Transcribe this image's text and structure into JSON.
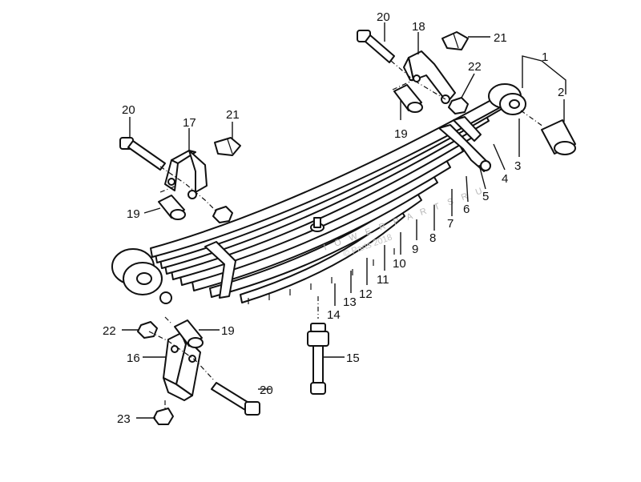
{
  "diagram": {
    "watermark": [
      "I O W E R P A R T S R U",
      "© Parts 2018"
    ],
    "callouts": [
      {
        "id": "c1",
        "text": "1"
      },
      {
        "id": "c2",
        "text": "2"
      },
      {
        "id": "c3",
        "text": "3"
      },
      {
        "id": "c4",
        "text": "4"
      },
      {
        "id": "c5",
        "text": "5"
      },
      {
        "id": "c6",
        "text": "6"
      },
      {
        "id": "c7",
        "text": "7"
      },
      {
        "id": "c8",
        "text": "8"
      },
      {
        "id": "c9",
        "text": "9"
      },
      {
        "id": "c10",
        "text": "10"
      },
      {
        "id": "c11",
        "text": "11"
      },
      {
        "id": "c12",
        "text": "12"
      },
      {
        "id": "c13",
        "text": "13"
      },
      {
        "id": "c14",
        "text": "14"
      },
      {
        "id": "c15",
        "text": "15"
      },
      {
        "id": "c16",
        "text": "16"
      },
      {
        "id": "c17",
        "text": "17"
      },
      {
        "id": "c18",
        "text": "18"
      },
      {
        "id": "c19a",
        "text": "19"
      },
      {
        "id": "c19b",
        "text": "19"
      },
      {
        "id": "c19c",
        "text": "19"
      },
      {
        "id": "c20a",
        "text": "20"
      },
      {
        "id": "c20b",
        "text": "20"
      },
      {
        "id": "c20c",
        "text": "20"
      },
      {
        "id": "c21a",
        "text": "21"
      },
      {
        "id": "c21b",
        "text": "21"
      },
      {
        "id": "c22a",
        "text": "22"
      },
      {
        "id": "c22b",
        "text": "22"
      },
      {
        "id": "c23",
        "text": "23"
      }
    ]
  }
}
